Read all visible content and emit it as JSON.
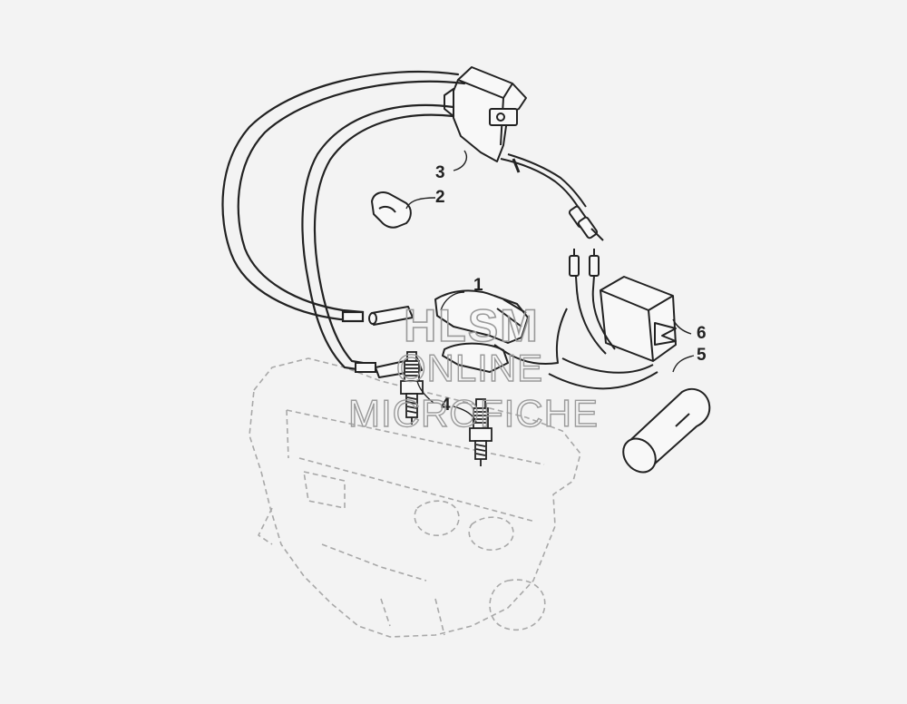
{
  "callouts": {
    "c1": "1",
    "c2": "2",
    "c3": "3",
    "c4": "4",
    "c5": "5",
    "c6": "6"
  },
  "watermark": {
    "line1": "HLSM",
    "line2": "ONLINE",
    "line3": "MICROFICHE"
  },
  "colors": {
    "background": "#f3f3f3",
    "ink": "#222222",
    "engine_outline": "#a8a8a8",
    "watermark": "#9a9a9a"
  }
}
